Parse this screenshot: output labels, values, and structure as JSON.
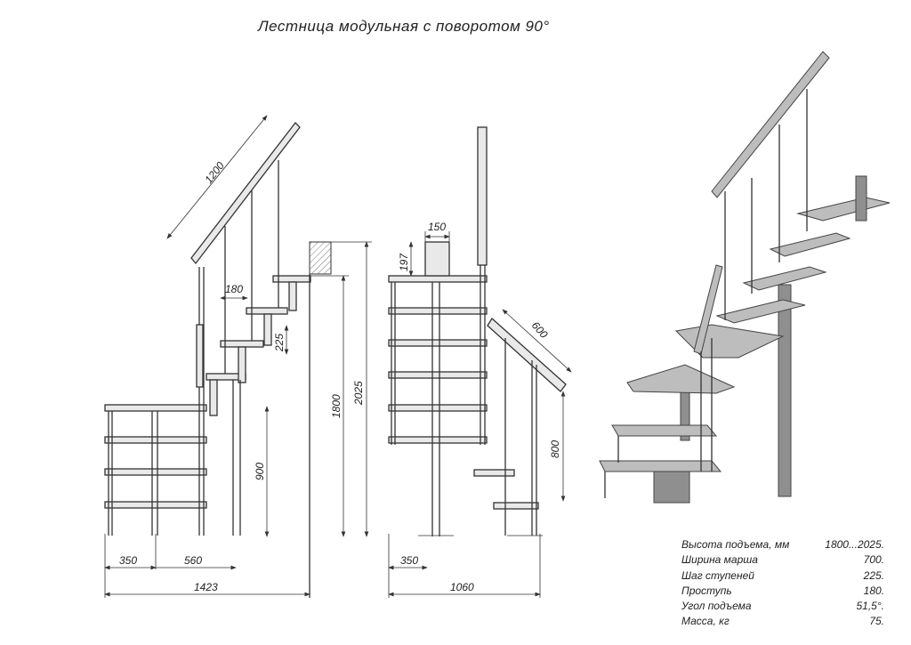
{
  "title": "Лестница модульная с поворотом 90°",
  "side_view": {
    "handrail_length": "1200",
    "tread_depth": "180",
    "step_height": "225",
    "height_min": "1800",
    "height_max": "2025",
    "lower_height": "900",
    "width_a": "350",
    "width_b": "560",
    "total_length": "1423"
  },
  "front_view": {
    "plate_width": "150",
    "plate_height": "197",
    "handrail_length": "600",
    "railing_height": "800",
    "offset": "350",
    "total_length": "1060"
  },
  "specs": [
    {
      "label": "Высота подъема, мм",
      "value": "1800...2025."
    },
    {
      "label": "Ширина марша",
      "value": "700."
    },
    {
      "label": "Шаг ступеней",
      "value": "225."
    },
    {
      "label": "Проступь",
      "value": "180."
    },
    {
      "label": "Угол подъема",
      "value": "51,5°."
    },
    {
      "label": "Масса, кг",
      "value": "75."
    }
  ]
}
